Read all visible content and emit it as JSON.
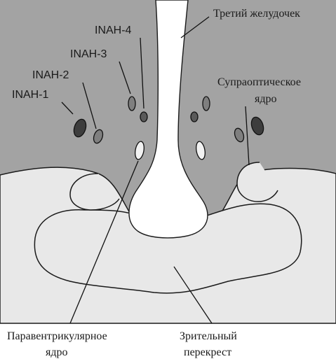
{
  "labels": {
    "third_ventricle": "Третий желудочек",
    "supraoptic_line1": "Супраоптическое",
    "supraoptic_line2": "ядро",
    "inah1": "INAH-1",
    "inah2": "INAH-2",
    "inah3": "INAH-3",
    "inah4": "INAH-4",
    "paraventricular_line1": "Паравентрикулярное",
    "paraventricular_line2": "ядро",
    "chiasm_line1": "Зрительный",
    "chiasm_line2": "перекрест"
  },
  "colors": {
    "hypothalamus": "#a3a3a3",
    "chiasm": "#e8e8e8",
    "ventricle": "#ffffff",
    "nucleus_dark": "#3d3d3d",
    "nucleus_mid": "#7f7f7f",
    "nucleus_light": "#f2f2f2",
    "outline": "#1a1a1a"
  }
}
